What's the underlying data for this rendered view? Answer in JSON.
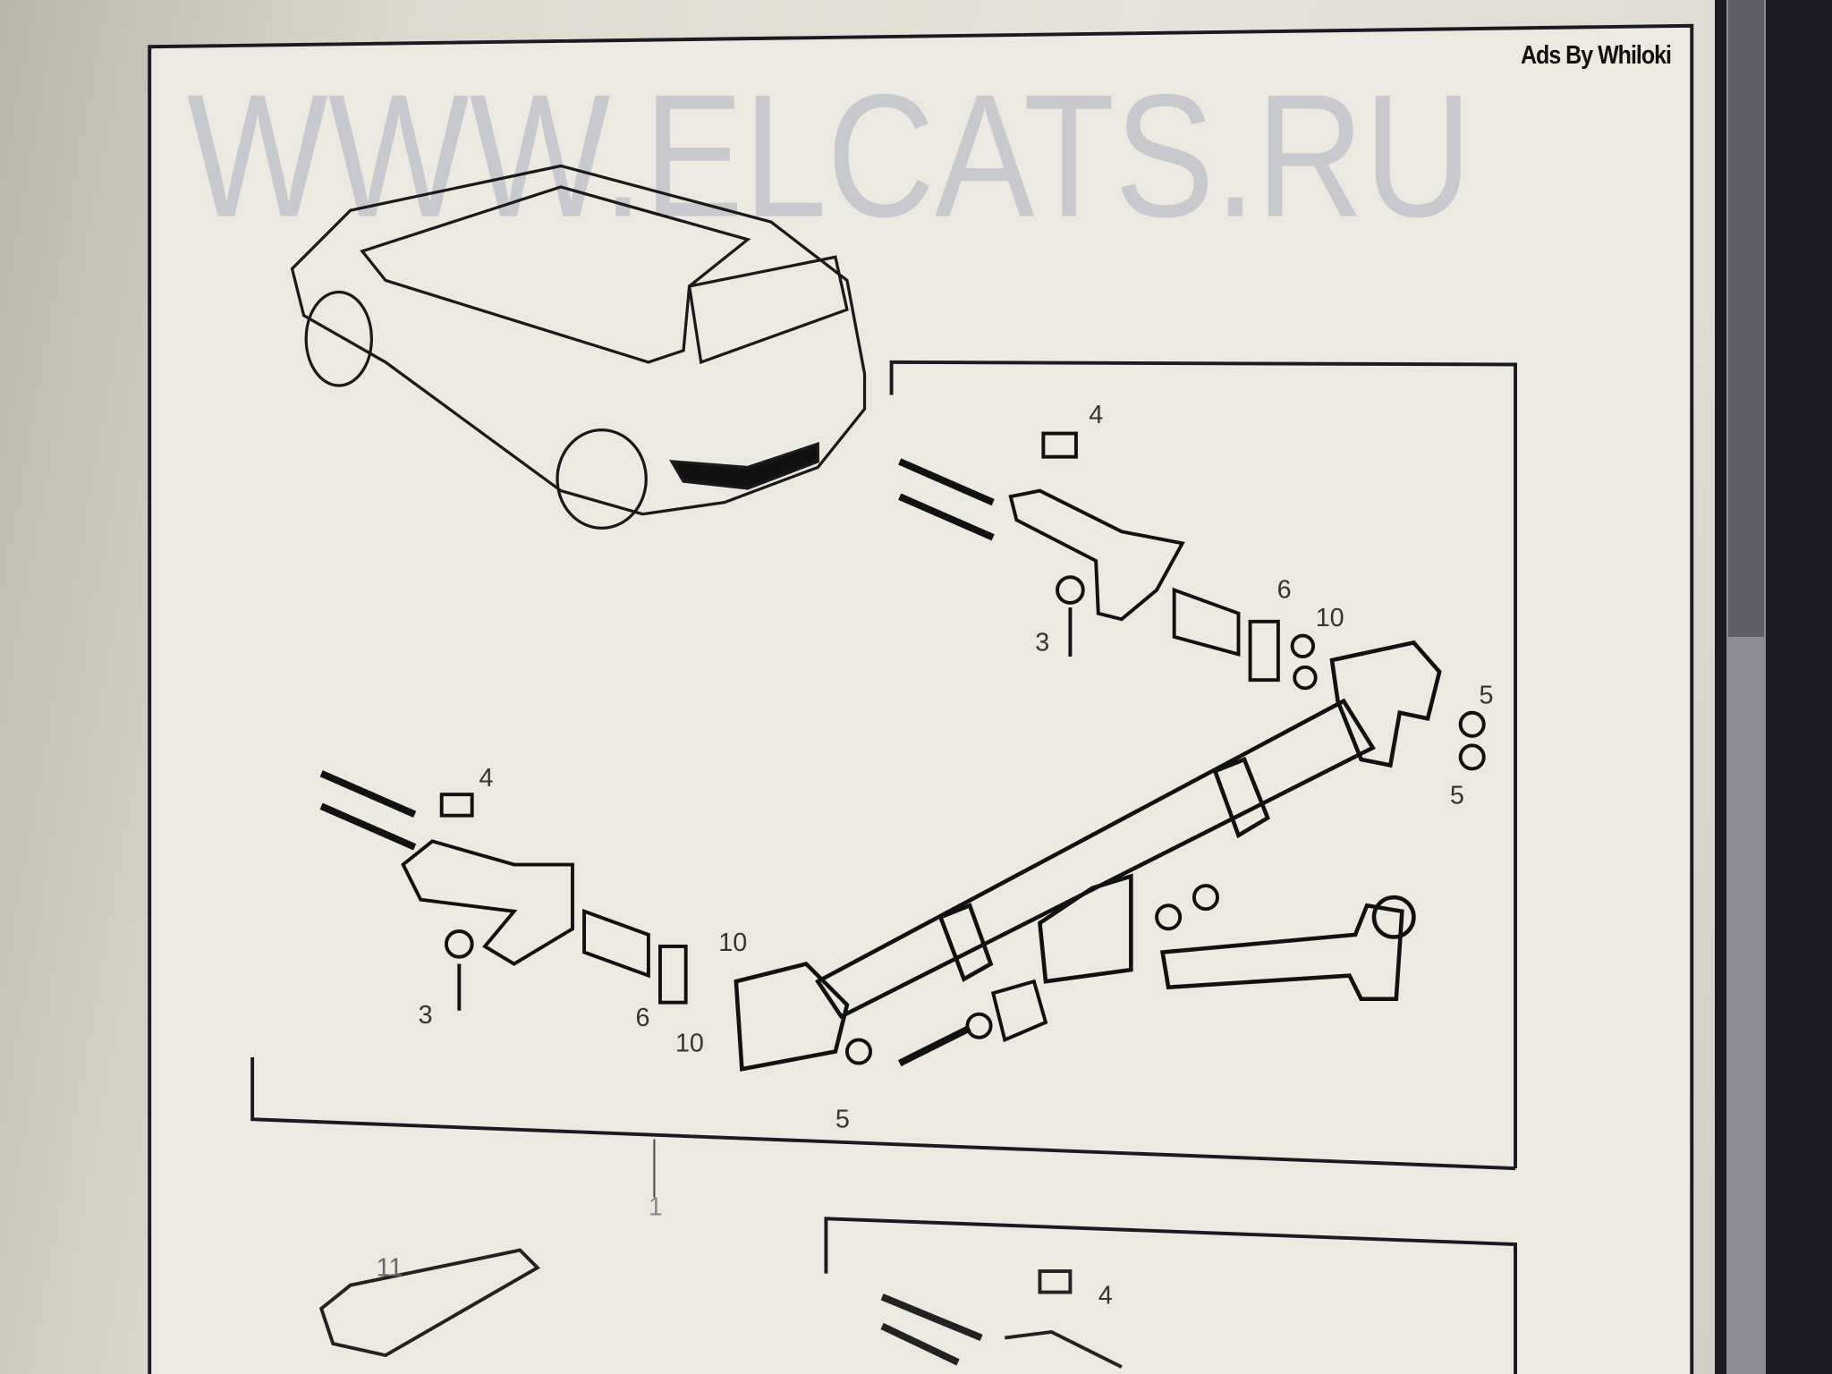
{
  "ads_label": "Ads By Whiloki",
  "watermark": "WWW.ELCATS.RU",
  "part_labels": {
    "p4a": "4",
    "p3a": "3",
    "p6a": "6",
    "p10a": "10",
    "p5a": "5",
    "p5b": "5",
    "p4b": "4",
    "p3b": "3",
    "p6b": "6",
    "p10b": "10",
    "p10c": "10",
    "p5c": "5",
    "p1": "1",
    "p11": "11",
    "p4c": "4"
  },
  "colors": {
    "line": "#111111",
    "watermark": "#b8bcc8"
  }
}
